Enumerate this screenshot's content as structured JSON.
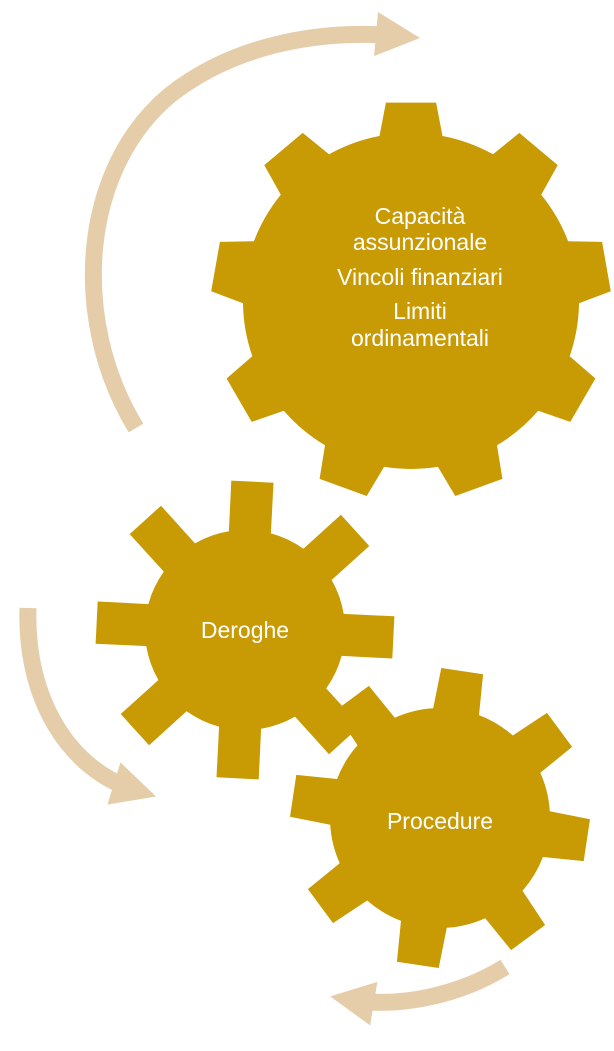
{
  "colors": {
    "gear": "#C89A04",
    "arrow": "#E5CDAA",
    "text": "#FFFFFF",
    "background": "#FFFFFF"
  },
  "gears": {
    "big": {
      "lines": [
        "Capacità",
        "assunzionale",
        "Vincoli finanziari",
        "Limiti",
        "ordinamentali"
      ]
    },
    "medium": {
      "label": "Deroghe"
    },
    "small": {
      "label": "Procedure"
    }
  },
  "arrows": {
    "top": "circular-arrow",
    "left": "circular-arrow",
    "bottom": "circular-arrow"
  }
}
